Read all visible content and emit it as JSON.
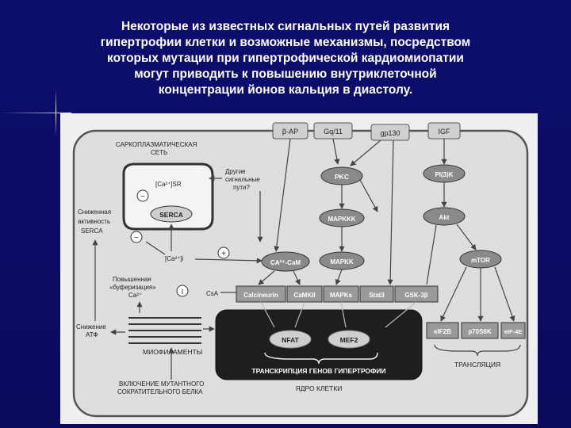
{
  "title_lines": [
    "Некоторые из известных сигнальных путей развития",
    "гипертрофии клетки и возможные механизмы, посредством",
    "которых мутации при гипертрофической кардиомиопатии",
    "могут приводить к повышению внутриклеточной",
    "концентрации йонов кальция в диастолу."
  ],
  "diagram": {
    "receptors": [
      "β-AP",
      "Gq/11",
      "gp130",
      "IGF"
    ],
    "sr_label_1": "САРКОПЛАЗМАТИЧЕСКАЯ",
    "sr_label_2": "СЕТЬ",
    "ca_sr": "[Ca²⁺]SR",
    "minus": "−",
    "plus": "+",
    "serca": "SERCA",
    "other_pathways": [
      "Другие",
      "сигнальные",
      "пути?"
    ],
    "reduced_serca": [
      "Сниженная",
      "активность",
      "SERCA"
    ],
    "ca_i": "[Ca²⁺]i",
    "buffering": [
      "Повышенная",
      "«буферизация»",
      "Ca²⁺"
    ],
    "csa": "CsA",
    "reduced_atp": [
      "Снижение",
      "АТФ"
    ],
    "myofilaments": "МИОФИЛАМЕНТЫ",
    "mutant": [
      "ВКЛЮЧЕНИЕ МУТАНТНОГО",
      "СОКРАТИТЕЛЬНОГО БЕЛКА"
    ],
    "pkc": "PKC",
    "mapkkk": "MAPKKK",
    "mapkk": "MAPKK",
    "ca_cam": "CA²⁺-CaM",
    "pi3k": "PI(3)K",
    "akt": "Akt",
    "mtor": "mTOR",
    "row": [
      "Calcineurin",
      "CaMKII",
      "MAPKs",
      "Stat3",
      "GSK-3β"
    ],
    "nfat": "NFAT",
    "mef2": "MEF2",
    "transcription": "ТРАНСКРИПЦИЯ ГЕНОВ ГИПЕРТРОФИИ",
    "nucleus": "ЯДРО КЛЕТКИ",
    "eif2b": "eIF2B",
    "p70s6k": "p70S6K",
    "eif4e": "eIF-4E",
    "translation": "ТРАНСЛЯЦИЯ"
  }
}
